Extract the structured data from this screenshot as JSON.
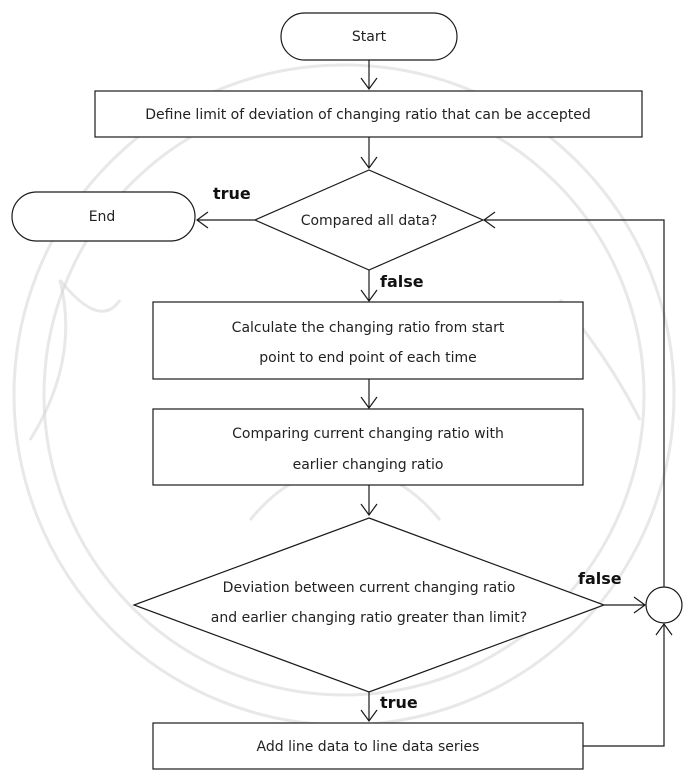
{
  "nodes": {
    "start": "Start",
    "define_limit": "Define limit of deviation of changing ratio that can be accepted",
    "compared_all": "Compared all data?",
    "end": "End",
    "calculate_line1": "Calculate the changing ratio from start",
    "calculate_line2": "point to end point of each time",
    "comparing_line1": "Comparing current changing ratio with",
    "comparing_line2": "earlier changing ratio",
    "deviation_line1": "Deviation between current changing ratio",
    "deviation_line2": "and earlier changing ratio greater than limit?",
    "add_line": "Add line data to line data series"
  },
  "edges": {
    "compared_true": "true",
    "compared_false": "false",
    "deviation_false": "false",
    "deviation_true": "true"
  }
}
